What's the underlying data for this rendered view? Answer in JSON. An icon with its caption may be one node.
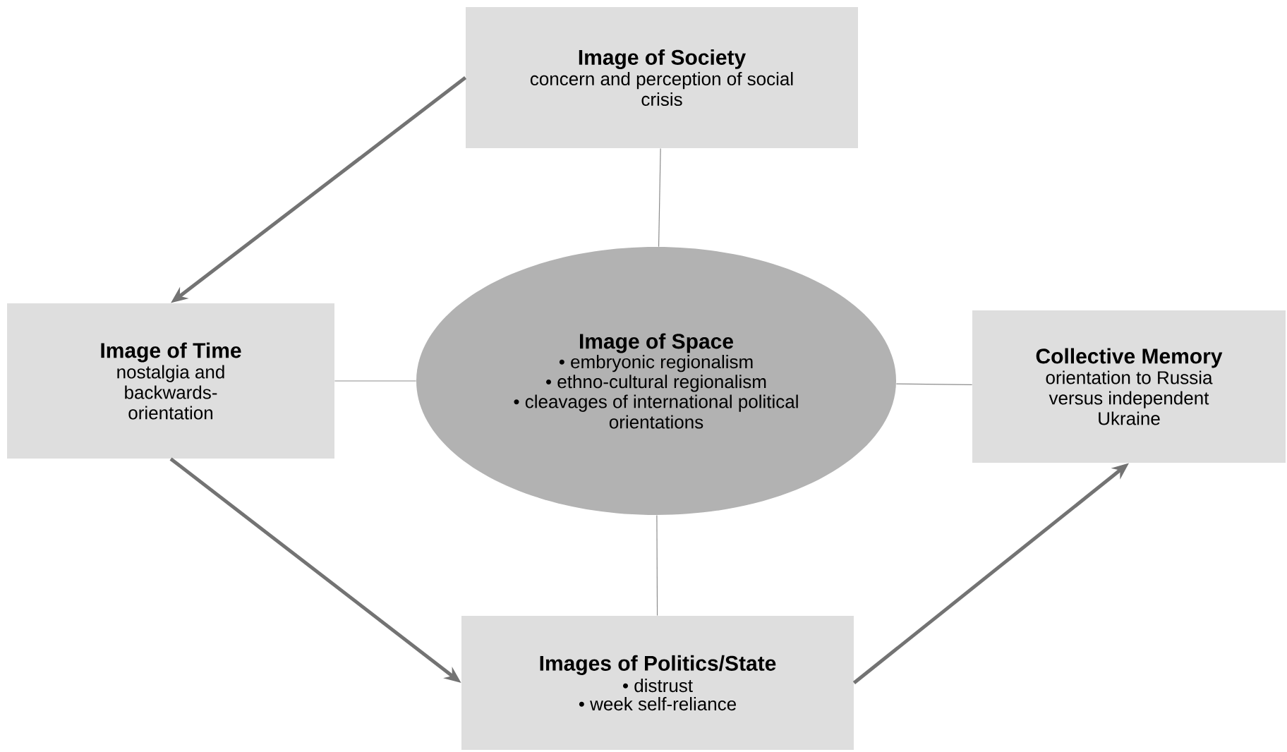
{
  "diagram": {
    "nodes": [
      {
        "text": [
          "Image of Society",
          "concern and perception of social crisis"
        ]
      },
      {
        "text": [
          "Image of Time",
          "nostalgia and backwards-orientation"
        ]
      },
      {
        "text": [
          "Image of Space",
          "• embryonic regionalism",
          "• ethno-cultural regionalism",
          "• cleavages of international political orientations"
        ]
      },
      {
        "text": [
          "Collective Memory",
          "orientation to Russia versus independent Ukraine"
        ]
      },
      {
        "text": [
          "Images of Politics/State",
          "• distrust",
          "• week self-reliance"
        ]
      }
    ],
    "edges": [
      {
        "from": 0,
        "to": 1,
        "arrow": "to",
        "style": "thick"
      },
      {
        "from": 1,
        "to": 4,
        "arrow": "to",
        "style": "thick"
      },
      {
        "from": 4,
        "to": 3,
        "arrow": "to",
        "style": "thick"
      },
      {
        "from": 0,
        "to": 2,
        "arrow": "none"
      },
      {
        "from": 1,
        "to": 2,
        "arrow": "none"
      },
      {
        "from": 2,
        "to": 3,
        "arrow": "none"
      },
      {
        "from": 2,
        "to": 4,
        "arrow": "none"
      }
    ]
  }
}
